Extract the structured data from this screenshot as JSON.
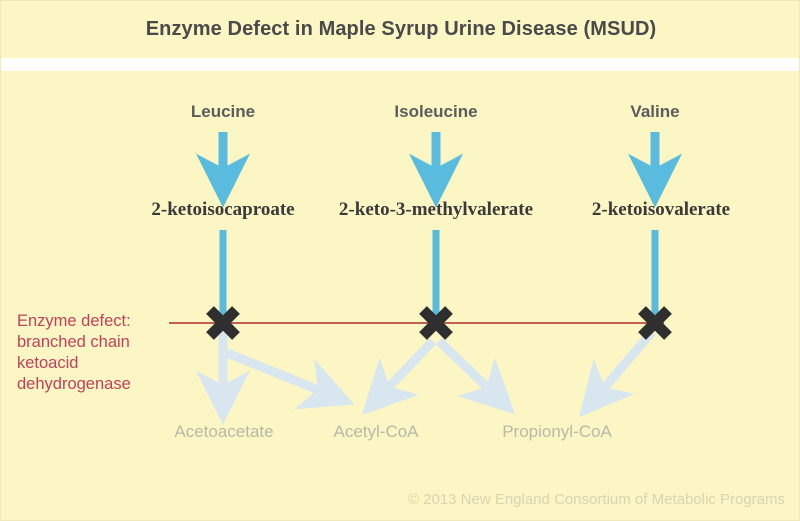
{
  "page": {
    "title": "Enzyme Defect in Maple Syrup Urine Disease (MSUD)",
    "background_color": "#fbf6c4",
    "separator_color": "#ffffff"
  },
  "colors": {
    "title_text": "#4a4a4a",
    "substrate_text": "#5c5c5c",
    "ketoacid_text": "#3a3a3a",
    "product_text": "#b9b9a8",
    "defect_text": "#c0415c",
    "defect_line": "#c0614f",
    "active_arrow": "#59bbdd",
    "blocked_arrow": "#d8e6ef",
    "block_mark": "#2f2f2f",
    "copyright_text": "#d9d4b2"
  },
  "pathways": [
    {
      "substrate": "Leucine",
      "ketoacid": "2-ketoisocaproate",
      "products": [
        "Acetoacetate",
        "Acetyl-CoA"
      ]
    },
    {
      "substrate": "Isoleucine",
      "ketoacid": "2-keto-3-methylvalerate",
      "products": [
        "Acetyl-CoA",
        "Propionyl-CoA"
      ]
    },
    {
      "substrate": "Valine",
      "ketoacid": "2-ketoisovalerate",
      "products": [
        "Propionyl-CoA"
      ]
    }
  ],
  "products_row": [
    {
      "label": "Acetoacetate"
    },
    {
      "label": "Acetyl-CoA"
    },
    {
      "label": "Propionyl-CoA"
    }
  ],
  "enzyme_defect": {
    "line1": "Enzyme defect:",
    "line2": "branched chain",
    "line3": "ketoacid",
    "line4": "dehydrogenase",
    "block_marks": 3,
    "block_symbol": "X"
  },
  "copyright": "© 2013 New England Consortium of Metabolic Programs"
}
